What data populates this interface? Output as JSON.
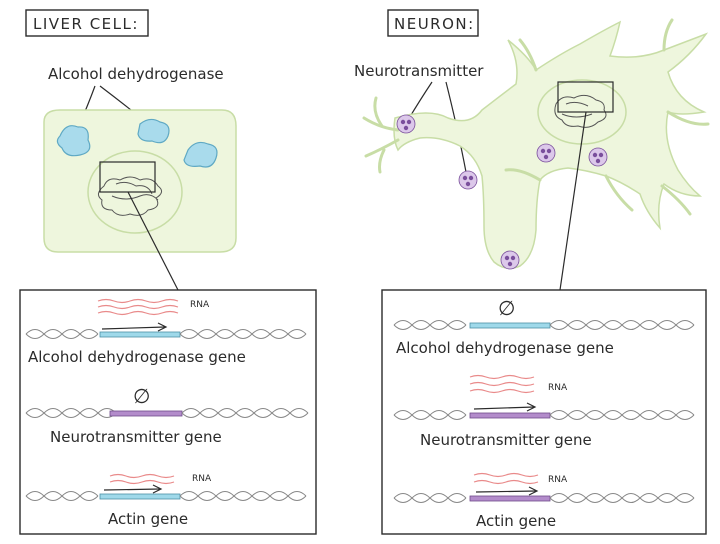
{
  "liver": {
    "title": "LIVER CELL:",
    "enzyme_label": "Alcohol dehydrogenase",
    "genes": [
      {
        "name": "Alcohol dehydrogenase gene",
        "expressed": true,
        "rna_label": "RNA",
        "color": "#9fd9ea"
      },
      {
        "name": "Neurotransmitter gene",
        "expressed": false,
        "null_symbol": "∅",
        "color": "#b38ccb"
      },
      {
        "name": "Actin gene",
        "expressed": true,
        "rna_label": "RNA",
        "color": "#9fd9ea"
      }
    ]
  },
  "neuron": {
    "title": "NEURON:",
    "vesicle_label": "Neurotransmitter",
    "genes": [
      {
        "name": "Alcohol dehydrogenase gene",
        "expressed": false,
        "null_symbol": "∅",
        "color": "#9fd9ea"
      },
      {
        "name": "Neurotransmitter gene",
        "expressed": true,
        "rna_label": "RNA",
        "color": "#b38ccb"
      },
      {
        "name": "Actin gene",
        "expressed": true,
        "rna_label": "RNA",
        "color": "#b38ccb"
      }
    ]
  },
  "colors": {
    "cell_fill": "#eef6dd",
    "cell_stroke": "#c8dda6",
    "enzyme_fill": "#a9dbec",
    "enzyme_stroke": "#5fa9c4",
    "vesicle_fill": "#dcc8ea",
    "vesicle_dot": "#7a4f9c",
    "rna": "#e98a8a",
    "dna": "#888888"
  }
}
